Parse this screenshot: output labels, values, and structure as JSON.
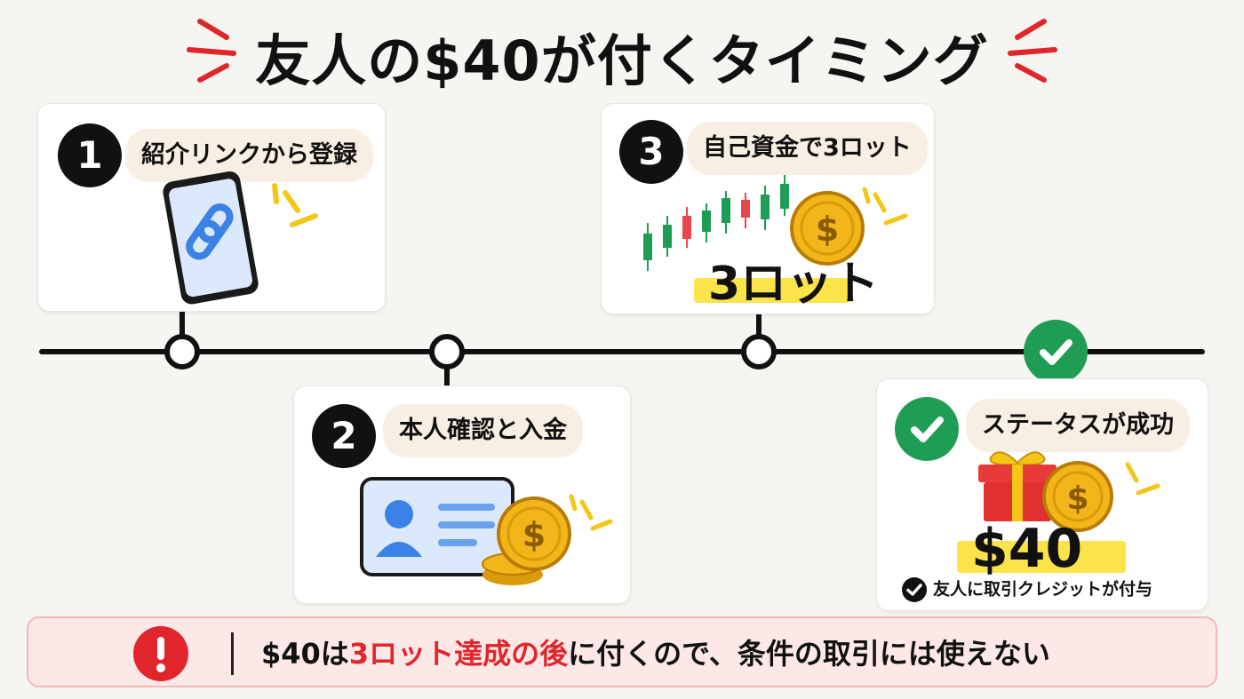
{
  "title": "友人の$40が付くタイミング",
  "steps": [
    {
      "number": "1",
      "label": "紹介リンクから登録"
    },
    {
      "number": "2",
      "label": "本人確認と入金"
    },
    {
      "number": "3",
      "label": "自己資金で3ロット",
      "badge": "3ロット"
    },
    {
      "label": "ステータスが成功",
      "reward": "$40",
      "credit_note": "友人に取引クレジットが付与"
    }
  ],
  "note": {
    "prefix": "$40は",
    "highlight": "3ロット達成の後",
    "suffix": "に付くので、条件の取引には使えない"
  },
  "icons": [
    "phone-link-icon",
    "id-card-icon",
    "coin-stack-icon",
    "candlestick-chart-icon",
    "coin-icon",
    "gift-box-icon",
    "check-icon",
    "alert-icon"
  ],
  "colors": {
    "accent_red": "#e0262a",
    "success_green": "#1f9d55",
    "highlight_yellow": "#fbe34a",
    "coin_gold": "#f2b61b"
  }
}
